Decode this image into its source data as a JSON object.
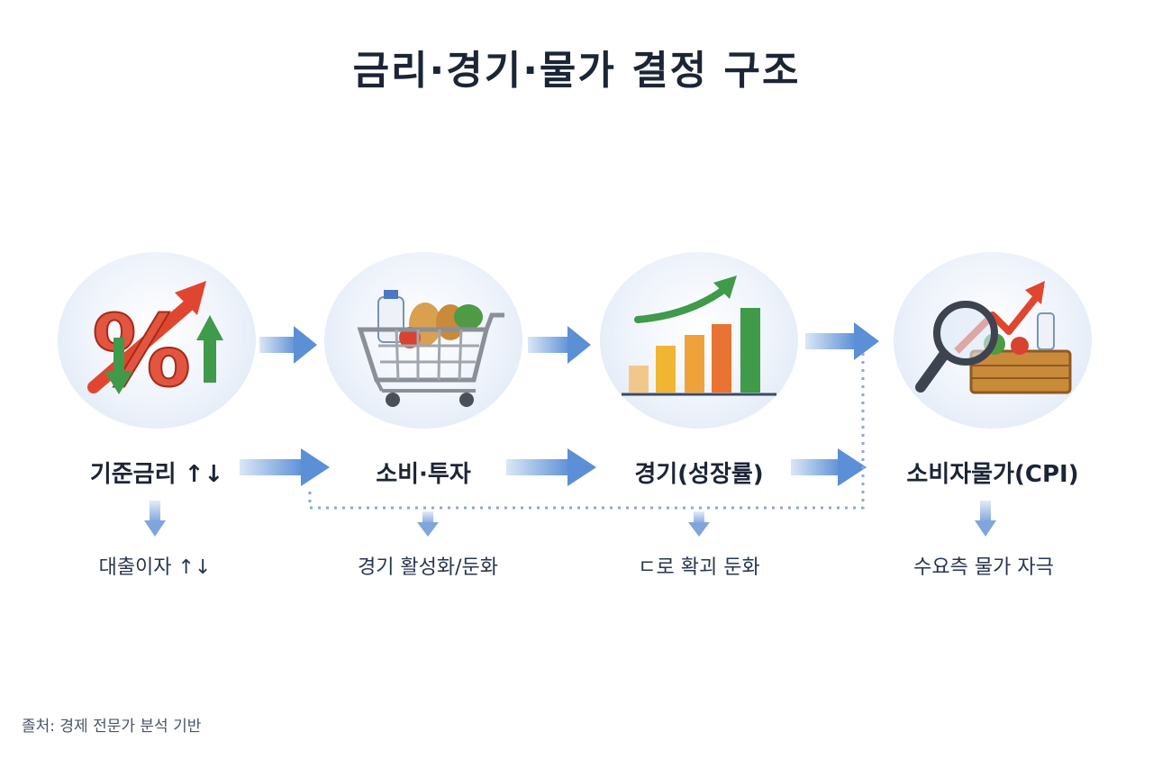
{
  "title": "금리·경기·물가 결정 구조",
  "nodes": [
    {
      "label": "기준금리 ↑↓",
      "sub": "대출이자 ↑↓",
      "icon": "percent-icon"
    },
    {
      "label": "소비·투자",
      "sub": "경기 활성화/둔화",
      "icon": "shopping-cart-icon"
    },
    {
      "label": "경기(성장률)",
      "sub": "ㄷ로 확괴 둔화",
      "icon": "growth-chart-icon"
    },
    {
      "label": "소비자물가(CPI)",
      "sub": "수요측 물가 자극",
      "icon": "magnifier-basket-icon"
    }
  ],
  "source": "졸처: 경제 전문가 분석 기반",
  "colors": {
    "arrow": "#5b8fd6",
    "arrow_light": "#c9daf2",
    "dotted_line": "#8aa9d6",
    "title": "#1c2536",
    "red": "#e0462f",
    "green": "#3f9a4a"
  }
}
